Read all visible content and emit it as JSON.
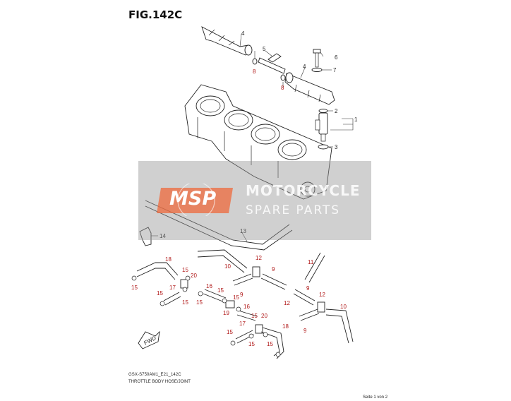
{
  "figure_title": "FIG.142C",
  "footer": {
    "model_code": "GSX-S750AM1_E21_142C",
    "description": "THROTTLE BODY HOSE/JOINT",
    "page": "Seite 1 von 2"
  },
  "watermark": {
    "logo_text": "MSP",
    "line1": "MOTORCYCLE",
    "line2": "SPARE PARTS"
  },
  "fwd_label": "FWD",
  "colors": {
    "callout_black": "#222222",
    "callout_red": "#b01818",
    "watermark_accent": "#ef6a3c"
  },
  "callouts": {
    "c1": "1",
    "c2": "2",
    "c3": "3",
    "c4a": "4",
    "c4b": "4",
    "c5": "5",
    "c6": "6",
    "c7": "7",
    "c8a": "8",
    "c8b": "8",
    "c9a": "9",
    "c9b": "9",
    "c9c": "9",
    "c9d": "9",
    "c10a": "10",
    "c10b": "10",
    "c11": "11",
    "c12a": "12",
    "c12b": "12",
    "c13": "13",
    "c14": "14",
    "c15a": "15",
    "c15b": "15",
    "c15c": "15",
    "c15d": "15",
    "c15e": "15",
    "c15f": "15",
    "c15g": "15",
    "c15h": "15",
    "c15i": "15",
    "c15j": "15",
    "c15k": "15",
    "c16a": "16",
    "c16b": "16",
    "c17a": "17",
    "c17b": "17",
    "c18a": "18",
    "c18b": "18",
    "c19": "19",
    "c20a": "20",
    "c20b": "20"
  }
}
